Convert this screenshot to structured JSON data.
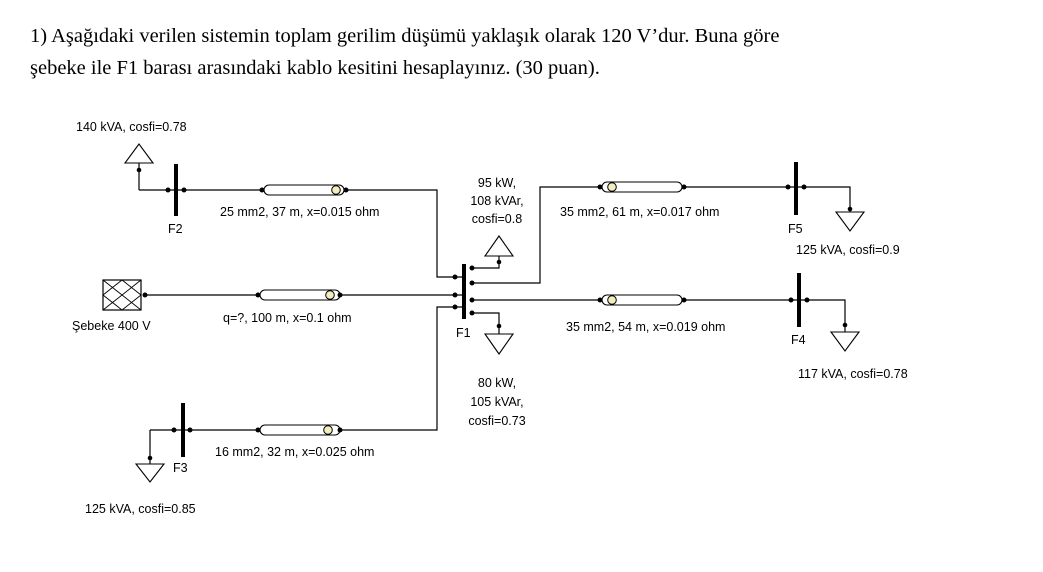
{
  "question": {
    "line1": "1) Aşağıdaki verilen sistemin toplam gerilim düşümü yaklaşık olarak 120 V’dur. Buna göre",
    "line2": "şebeke ile F1 barası arasındaki kablo kesitini hesaplayınız. (30 puan)."
  },
  "diagram": {
    "source": {
      "label": "Şebeke 400 V"
    },
    "buses": {
      "F1": "F1",
      "F2": "F2",
      "F3": "F3",
      "F4": "F4",
      "F5": "F5"
    },
    "cables": {
      "grid_f1": "q=?, 100 m, x=0.1 ohm",
      "f2_f1": "25 mm2, 37 m, x=0.015 ohm",
      "f1_f5": "35 mm2, 61 m, x=0.017 ohm",
      "f1_f4": "35 mm2, 54 m, x=0.019 ohm",
      "f3_f1": "16 mm2, 32 m, x=0.025 ohm"
    },
    "loads": {
      "f2": "140 kVA, cosfi=0.78",
      "f1_upper": [
        "95 kW,",
        "108 kVAr,",
        "cosfi=0.8"
      ],
      "f1_lower": [
        "80 kW,",
        "105 kVAr,",
        "cosfi=0.73"
      ],
      "f5": "125 kVA, cosfi=0.9",
      "f4": "117 kVA, cosfi=0.78",
      "f3": "125 kVA, cosfi=0.85"
    }
  }
}
